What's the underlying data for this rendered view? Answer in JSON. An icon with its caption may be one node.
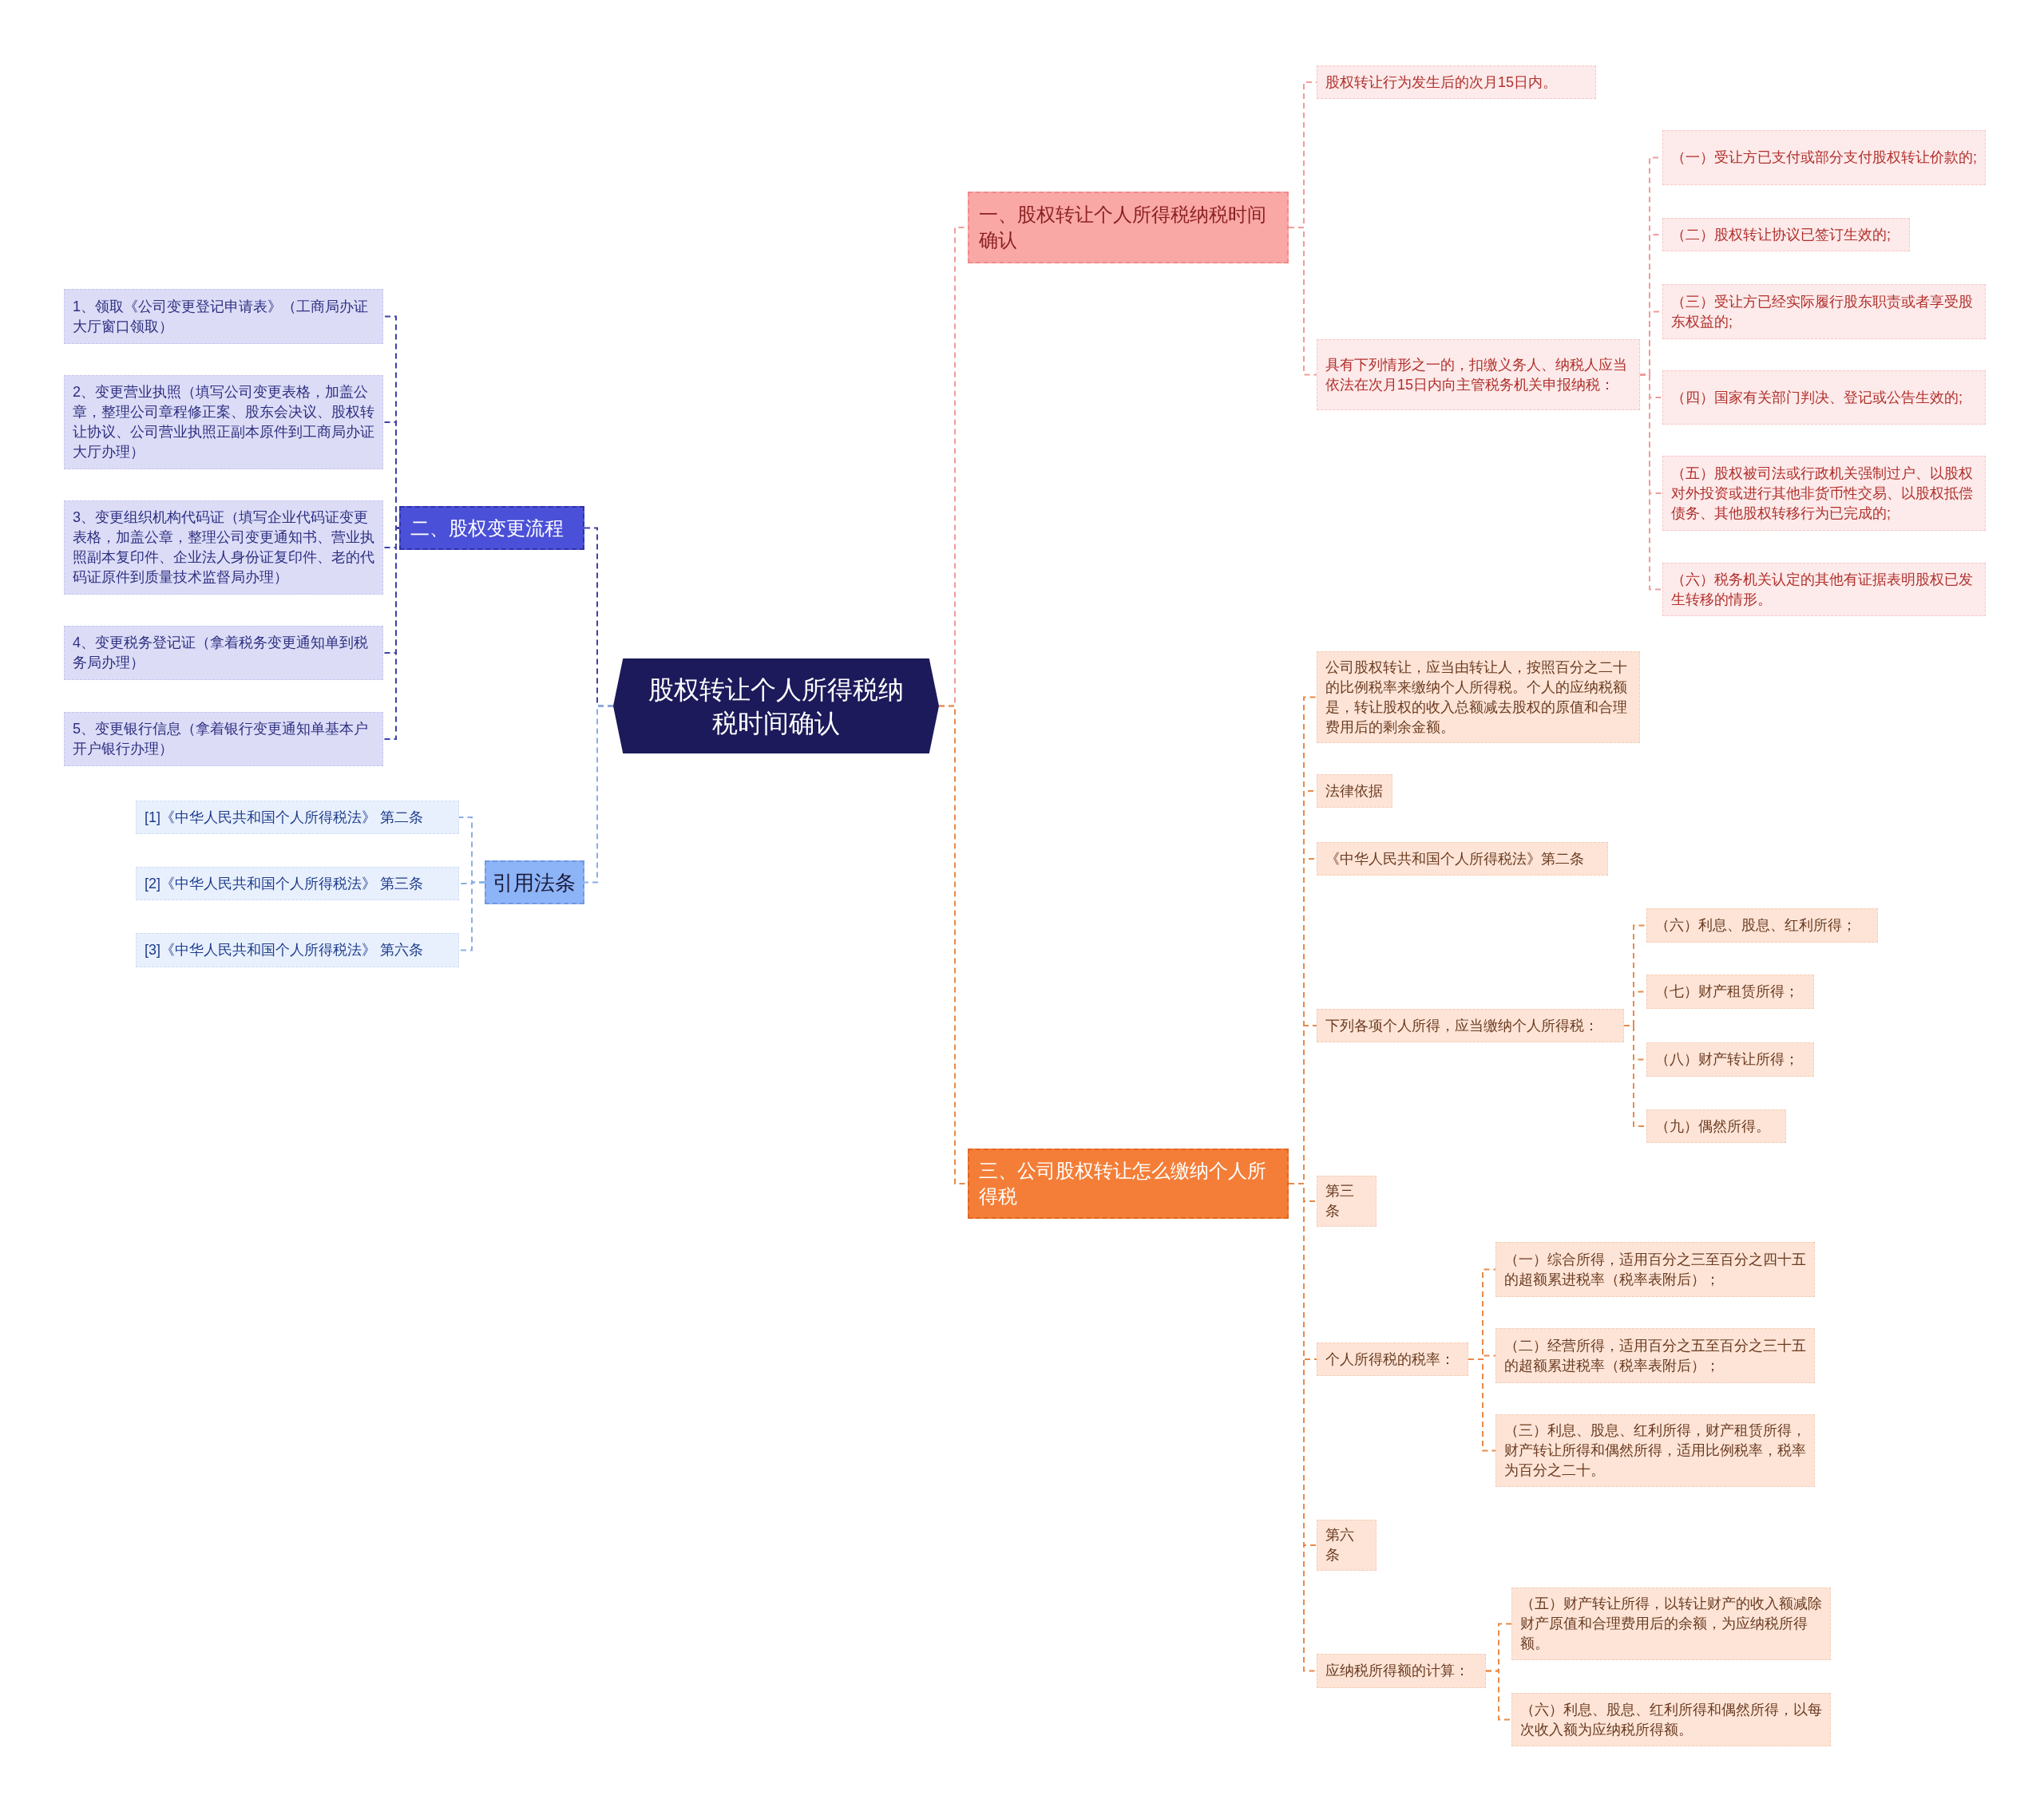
{
  "diagram": {
    "nodes": [
      {
        "text": [
          "股权转让个人所得税纳税时间确认"
        ]
      },
      {
        "text": [
          "一、股权转让个人所得税纳税时间确认"
        ]
      },
      {
        "text": [
          "股权转让行为发生后的次月15日内。"
        ]
      },
      {
        "text": [
          "具有下列情形之一的，扣缴义务人、纳税人应当依法在次月15日内向主管税务机关申报纳税："
        ]
      },
      {
        "text": [
          "（一）受让方已支付或部分支付股权转让价款的;"
        ]
      },
      {
        "text": [
          "（二）股权转让协议已签订生效的;"
        ]
      },
      {
        "text": [
          "（三）受让方已经实际履行股东职责或者享受股东权益的;"
        ]
      },
      {
        "text": [
          "（四）国家有关部门判决、登记或公告生效的;"
        ]
      },
      {
        "text": [
          "（五）股权被司法或行政机关强制过户、以股权对外投资或进行其他非货币性交易、以股权抵偿债务、其他股权转移行为已完成的;"
        ]
      },
      {
        "text": [
          "（六）税务机关认定的其他有证据表明股权已发生转移的情形。"
        ]
      },
      {
        "text": [
          "二、股权变更流程"
        ]
      },
      {
        "text": [
          "1、领取《公司变更登记申请表》（工商局办证大厅窗口领取）"
        ]
      },
      {
        "text": [
          "2、变更营业执照（填写公司变更表格，加盖公章，整理公司章程修正案、股东会决议、股权转让协议、公司营业执照正副本原件到工商局办证大厅办理）"
        ]
      },
      {
        "text": [
          "3、变更组织机构代码证（填写企业代码证变更表格，加盖公章，整理公司变更通知书、营业执照副本复印件、企业法人身份证复印件、老的代码证原件到质量技术监督局办理）"
        ]
      },
      {
        "text": [
          "4、变更税务登记证（拿着税务变更通知单到税务局办理）"
        ]
      },
      {
        "text": [
          "5、变更银行信息（拿着银行变更通知单基本户开户银行办理）"
        ]
      },
      {
        "text": [
          "引用法条"
        ]
      },
      {
        "text": [
          "[1]《中华人民共和国个人所得税法》 第二条"
        ]
      },
      {
        "text": [
          "[2]《中华人民共和国个人所得税法》 第三条"
        ]
      },
      {
        "text": [
          "[3]《中华人民共和国个人所得税法》 第六条"
        ]
      },
      {
        "text": [
          "三、公司股权转让怎么缴纳个人所得税"
        ]
      },
      {
        "text": [
          "公司股权转让，应当由转让人，按照百分之二十的比例税率来缴纳个人所得税。个人的应纳税额是，转让股权的收入总额减去股权的原值和合理费用后的剩余金额。"
        ]
      },
      {
        "text": [
          "法律依据"
        ]
      },
      {
        "text": [
          "《中华人民共和国个人所得税法》第二条"
        ]
      },
      {
        "text": [
          "下列各项个人所得，应当缴纳个人所得税："
        ]
      },
      {
        "text": [
          "（六）利息、股息、红利所得；"
        ]
      },
      {
        "text": [
          "（七）财产租赁所得；"
        ]
      },
      {
        "text": [
          "（八）财产转让所得；"
        ]
      },
      {
        "text": [
          "（九）偶然所得。"
        ]
      },
      {
        "text": [
          "第三条"
        ]
      },
      {
        "text": [
          "个人所得税的税率："
        ]
      },
      {
        "text": [
          "（一）综合所得，适用百分之三至百分之四十五的超额累进税率（税率表附后）；"
        ]
      },
      {
        "text": [
          "（二）经营所得，适用百分之五至百分之三十五的超额累进税率（税率表附后）；"
        ]
      },
      {
        "text": [
          "（三）利息、股息、红利所得，财产租赁所得，财产转让所得和偶然所得，适用比例税率，税率为百分之二十。"
        ]
      },
      {
        "text": [
          "第六条"
        ]
      },
      {
        "text": [
          "应纳税所得额的计算："
        ]
      },
      {
        "text": [
          "（五）财产转让所得，以转让财产的收入额减除财产原值和合理费用后的余额，为应纳税所得额。"
        ]
      },
      {
        "text": [
          "（六）利息、股息、红利所得和偶然所得，以每次收入额为应纳税所得额。"
        ]
      }
    ],
    "edges": [
      {
        "from": 0,
        "to": 1,
        "arrow": "none",
        "color": "#f19b9b"
      },
      {
        "from": 1,
        "to": 2,
        "arrow": "none",
        "color": "#f19b9b"
      },
      {
        "from": 1,
        "to": 3,
        "arrow": "none",
        "color": "#f19b9b"
      },
      {
        "from": 3,
        "to": 4,
        "arrow": "none",
        "color": "#f19b9b"
      },
      {
        "from": 3,
        "to": 5,
        "arrow": "none",
        "color": "#f19b9b"
      },
      {
        "from": 3,
        "to": 6,
        "arrow": "none",
        "color": "#f19b9b"
      },
      {
        "from": 3,
        "to": 7,
        "arrow": "none",
        "color": "#f19b9b"
      },
      {
        "from": 3,
        "to": 8,
        "arrow": "none",
        "color": "#f19b9b"
      },
      {
        "from": 3,
        "to": 9,
        "arrow": "none",
        "color": "#f19b9b"
      },
      {
        "from": 0,
        "to": 10,
        "arrow": "none",
        "color": "#3d41a8"
      },
      {
        "from": 10,
        "to": 11,
        "arrow": "none",
        "color": "#3d41a8"
      },
      {
        "from": 10,
        "to": 12,
        "arrow": "none",
        "color": "#3d41a8"
      },
      {
        "from": 10,
        "to": 13,
        "arrow": "none",
        "color": "#3d41a8"
      },
      {
        "from": 10,
        "to": 14,
        "arrow": "none",
        "color": "#3d41a8"
      },
      {
        "from": 10,
        "to": 15,
        "arrow": "none",
        "color": "#3d41a8"
      },
      {
        "from": 0,
        "to": 16,
        "arrow": "none",
        "color": "#8aaee6"
      },
      {
        "from": 16,
        "to": 17,
        "arrow": "none",
        "color": "#8aaee6"
      },
      {
        "from": 16,
        "to": 18,
        "arrow": "none",
        "color": "#8aaee6"
      },
      {
        "from": 16,
        "to": 19,
        "arrow": "none",
        "color": "#8aaee6"
      },
      {
        "from": 0,
        "to": 20,
        "arrow": "none"
      },
      {
        "from": 20,
        "to": 21,
        "arrow": "none"
      },
      {
        "from": 20,
        "to": 22,
        "arrow": "none"
      },
      {
        "from": 20,
        "to": 23,
        "arrow": "none"
      },
      {
        "from": 20,
        "to": 24,
        "arrow": "none"
      },
      {
        "from": 24,
        "to": 25,
        "arrow": "none"
      },
      {
        "from": 24,
        "to": 26,
        "arrow": "none"
      },
      {
        "from": 24,
        "to": 27,
        "arrow": "none"
      },
      {
        "from": 24,
        "to": 28,
        "arrow": "none"
      },
      {
        "from": 20,
        "to": 29,
        "arrow": "none"
      },
      {
        "from": 20,
        "to": 30,
        "arrow": "none"
      },
      {
        "from": 30,
        "to": 31,
        "arrow": "none"
      },
      {
        "from": 30,
        "to": 32,
        "arrow": "none"
      },
      {
        "from": 30,
        "to": 33,
        "arrow": "none"
      },
      {
        "from": 20,
        "to": 34,
        "arrow": "none"
      },
      {
        "from": 20,
        "to": 35,
        "arrow": "none"
      },
      {
        "from": 35,
        "to": 36,
        "arrow": "none"
      },
      {
        "from": 35,
        "to": 37,
        "arrow": "none"
      }
    ]
  }
}
